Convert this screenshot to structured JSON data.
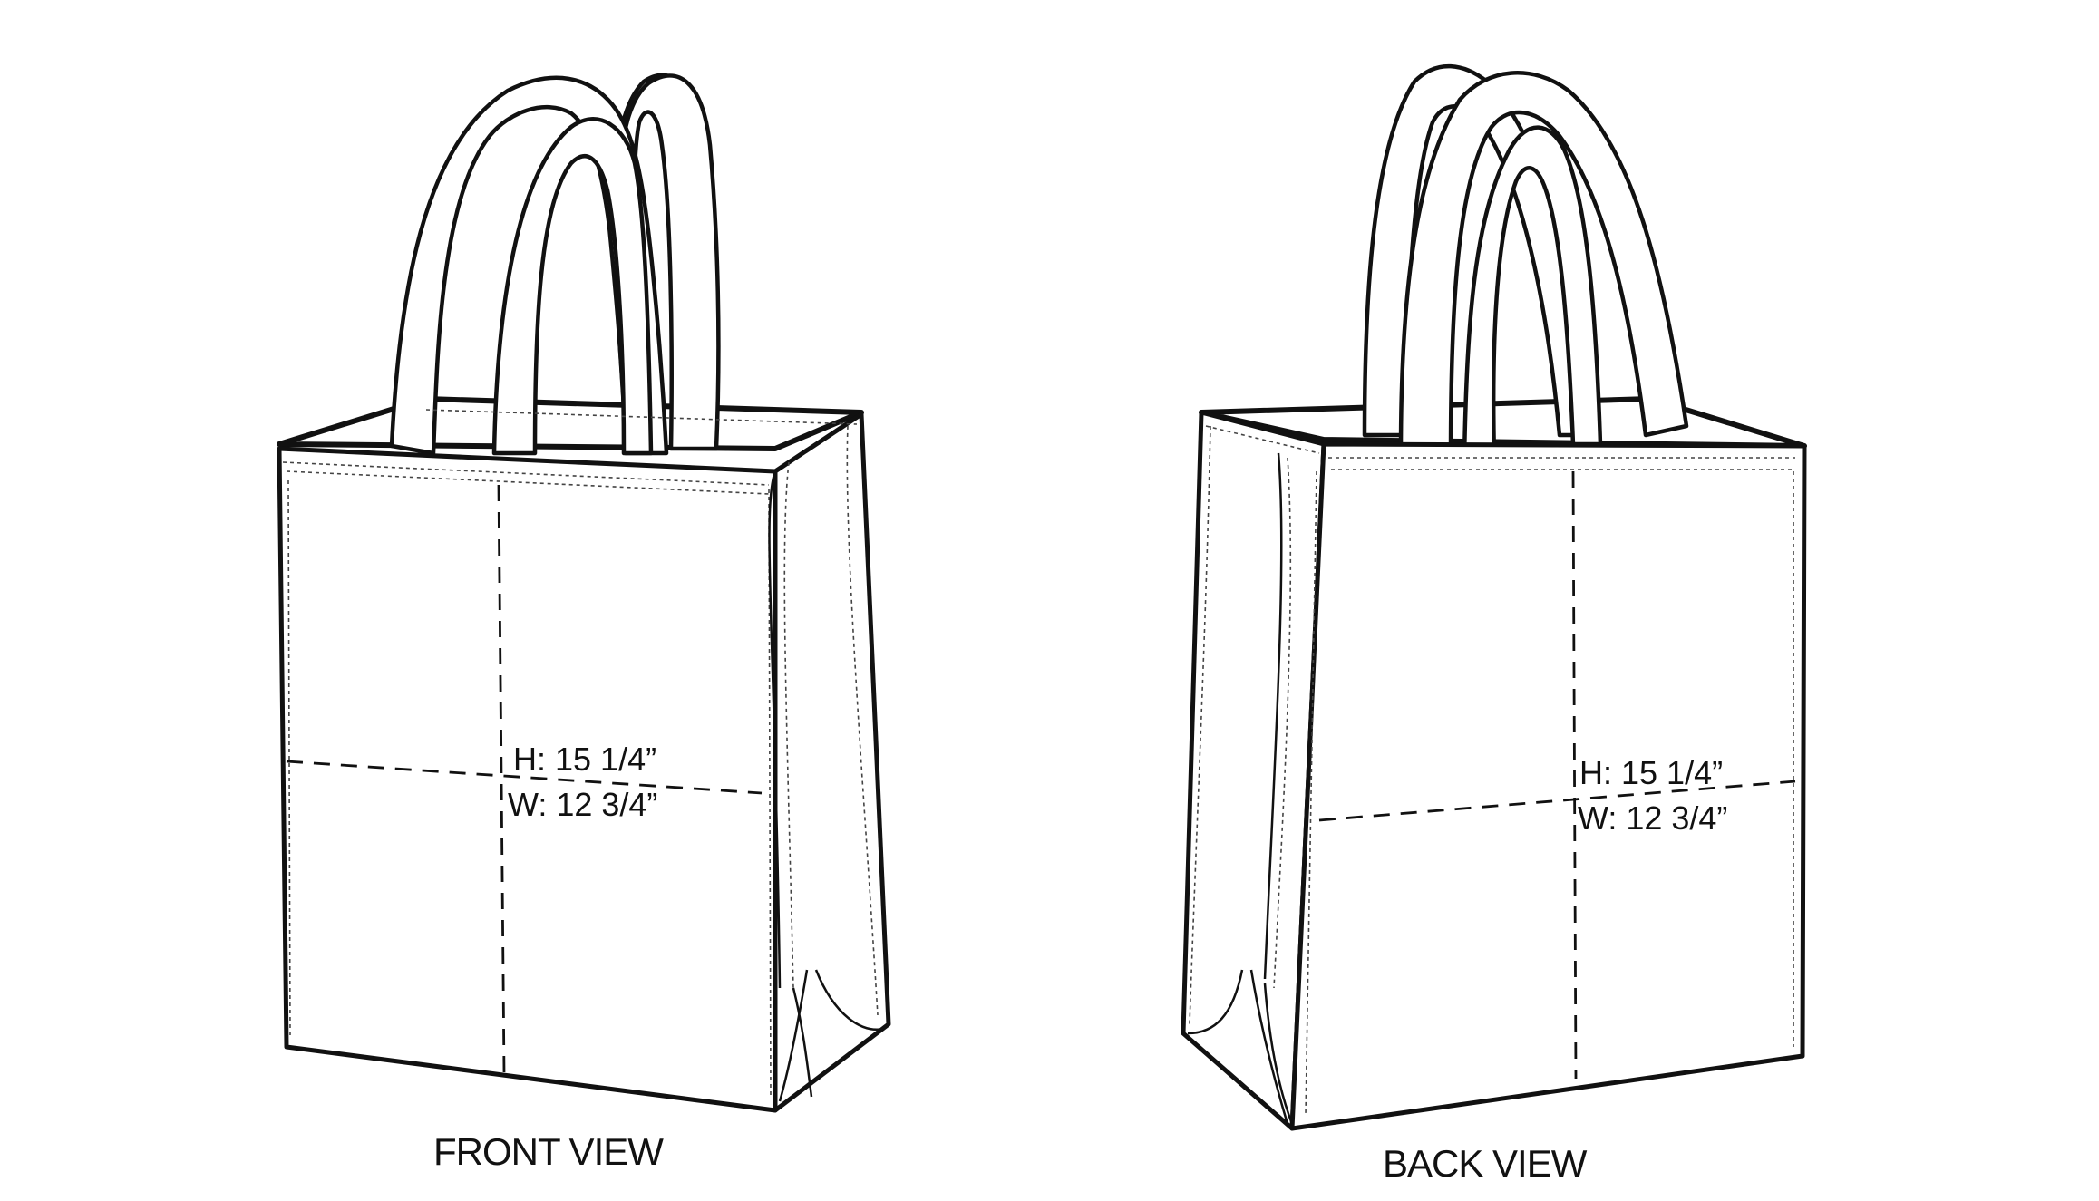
{
  "views": [
    {
      "caption": "FRONT VIEW",
      "height_label": "H: 15 1/4”",
      "width_label": "W: 12 3/4”"
    },
    {
      "caption": "BACK VIEW",
      "height_label": "H: 15 1/4”",
      "width_label": "W: 12 3/4”"
    }
  ],
  "colors": {
    "line": "#111111",
    "background": "#ffffff"
  }
}
